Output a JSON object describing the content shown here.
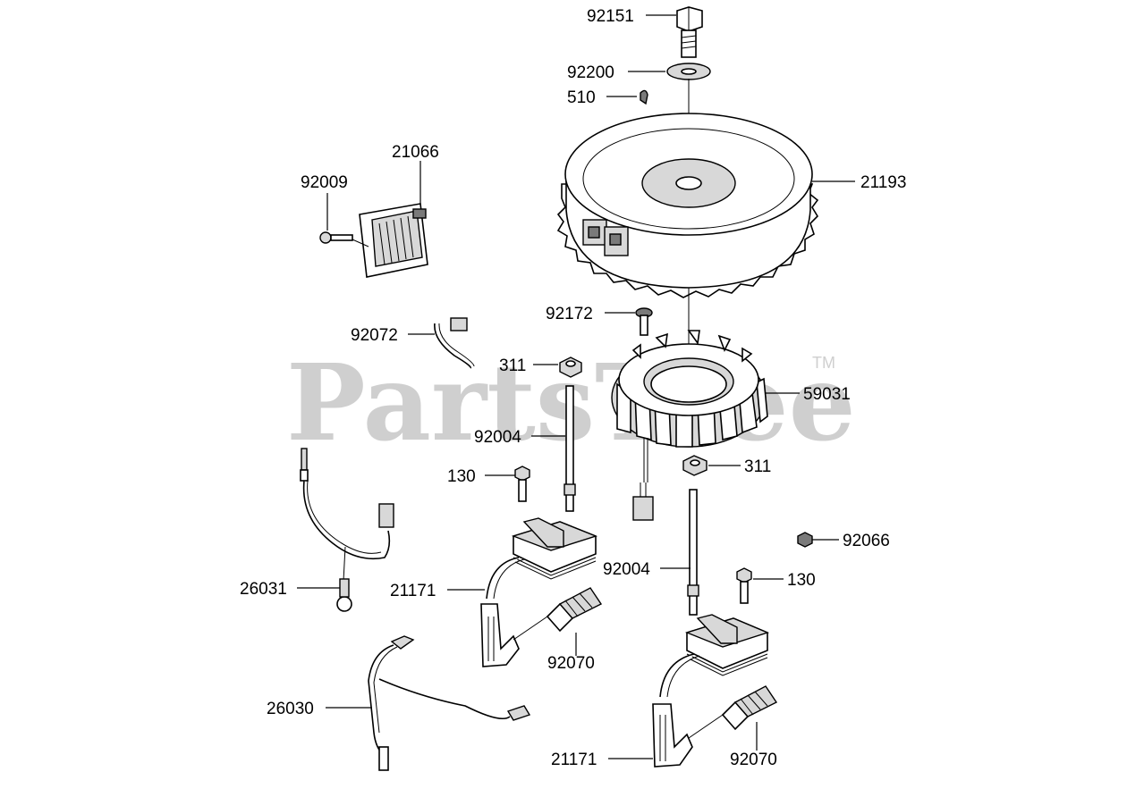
{
  "watermark": {
    "text": "PartsTree",
    "trademark": "TM"
  },
  "callouts": {
    "c92151": "92151",
    "c92200": "92200",
    "c510": "510",
    "c21193": "21193",
    "c21066": "21066",
    "c92009": "92009",
    "c92172": "92172",
    "c92072": "92072",
    "c311a": "311",
    "c59031": "59031",
    "c92004a": "92004",
    "c130a": "130",
    "c311b": "311",
    "c92066": "92066",
    "c92004b": "92004",
    "c130b": "130",
    "c26031": "26031",
    "c21171a": "21171",
    "c92070a": "92070",
    "c26030": "26030",
    "c21171b": "21171",
    "c92070b": "92070"
  }
}
